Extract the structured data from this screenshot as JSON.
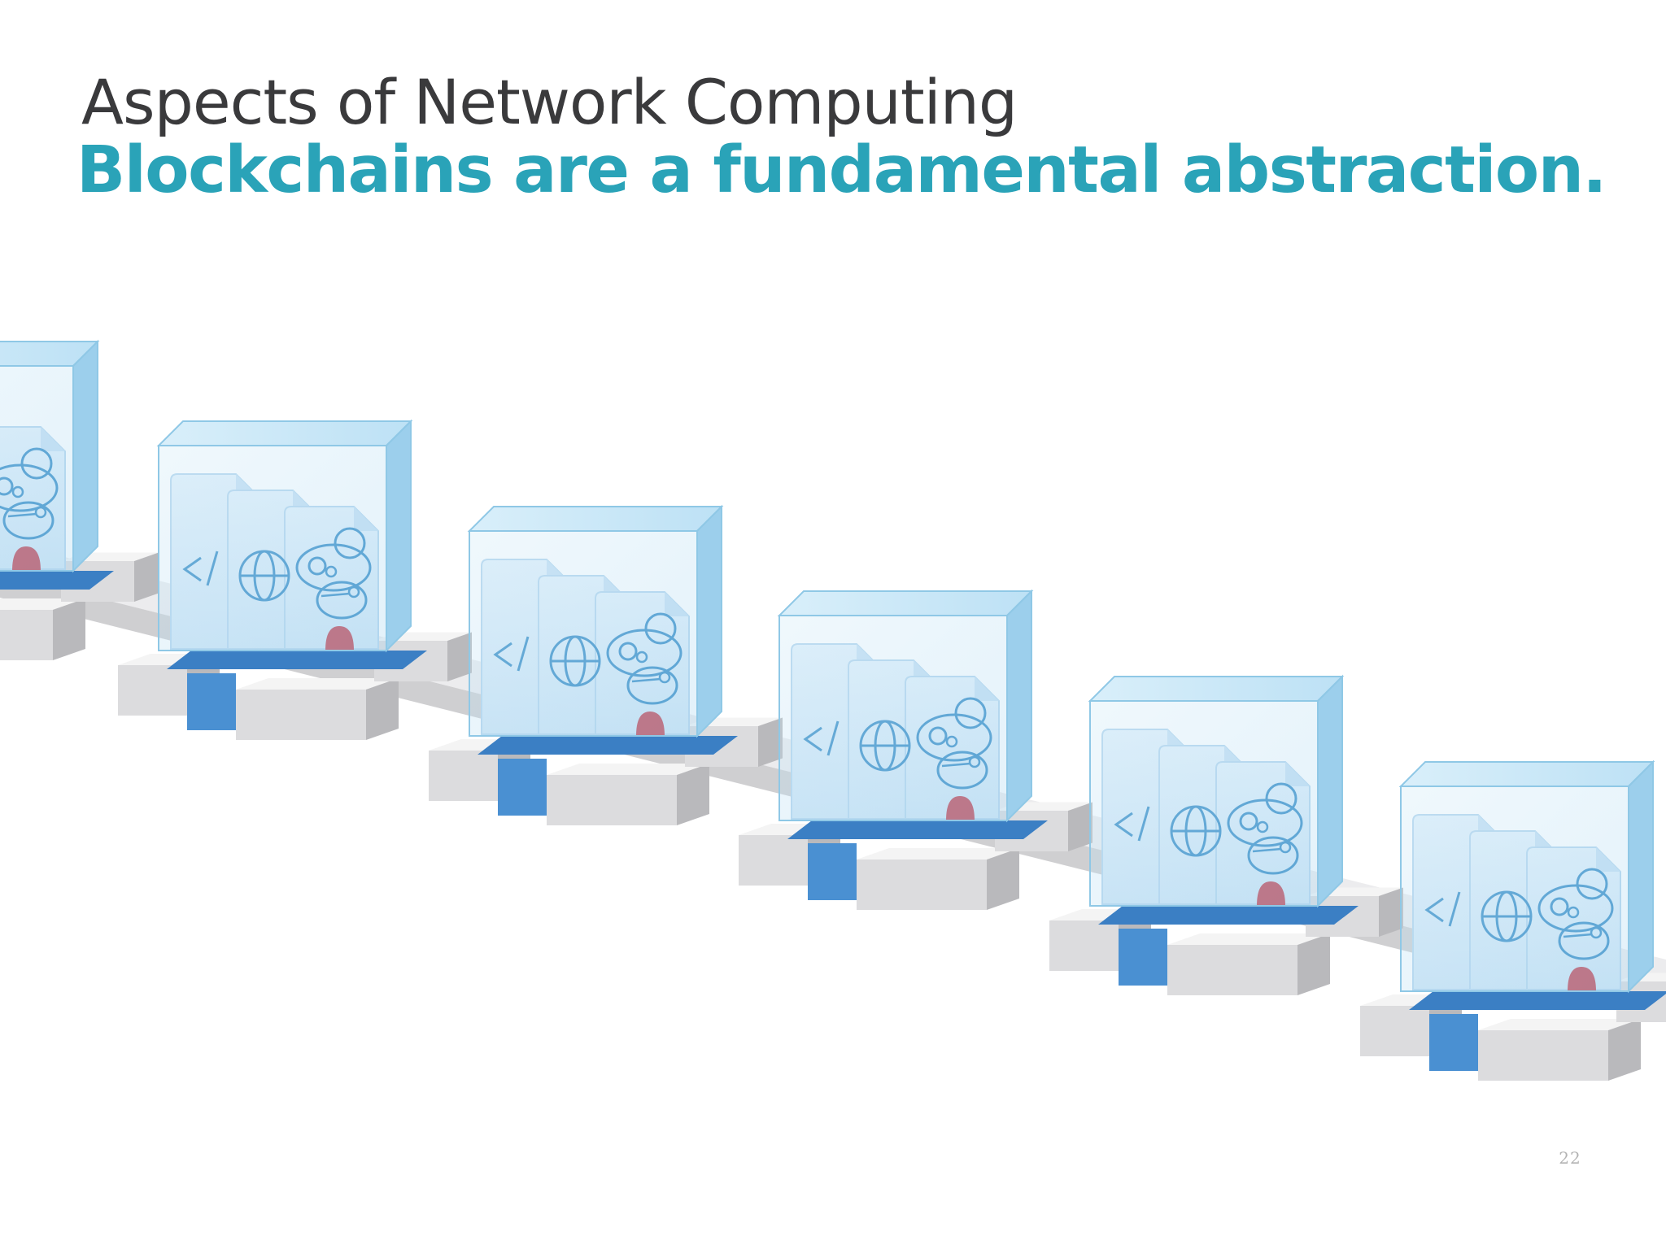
{
  "slide": {
    "heading": "Aspects of Network Computing",
    "subheading": "Blockchains are a fundamental abstraction.",
    "page_number": "22"
  },
  "illustration": {
    "block_count": 6,
    "block_contents": [
      "code-icon",
      "globe-icon",
      "network-graph-icon"
    ],
    "colors": {
      "cube_glass": "#bfe2f4",
      "cube_edge": "#8fc8e6",
      "card": "#d6eaf8",
      "icon_stroke": "#3a8fc8",
      "base_blue": "#4a90d2",
      "rail_top": "#f4f4f4",
      "rail_side": "#cfcfd1",
      "seal": "#c24a5a",
      "heading": "#3a3a3c",
      "accent": "#2aa3b8"
    }
  }
}
